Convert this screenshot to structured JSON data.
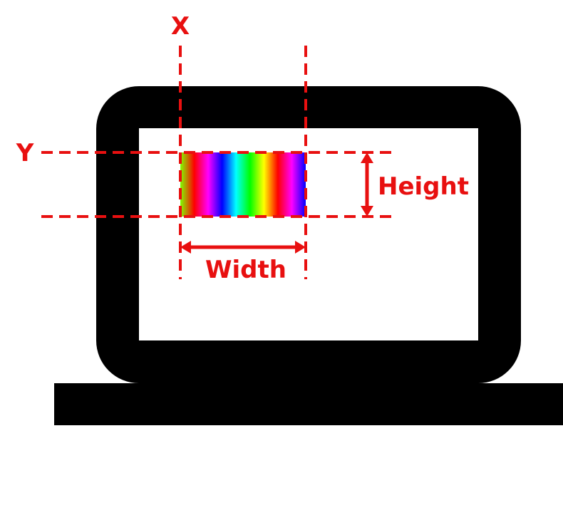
{
  "diagram": {
    "labels": {
      "x": "X",
      "y": "Y",
      "width": "Width",
      "height": "Height"
    },
    "colors": {
      "annotation": "#e81010",
      "device": "#000000",
      "screen": "#ffffff"
    },
    "gradient_stops": [
      "#7fff00",
      "#ff0000",
      "#ff00ff",
      "#0000ff",
      "#00ffff",
      "#00ff00",
      "#ffff00",
      "#ff0000",
      "#ff00ff",
      "#0000ff"
    ]
  }
}
